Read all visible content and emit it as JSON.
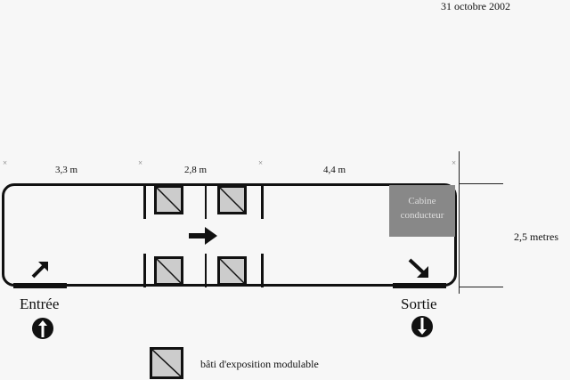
{
  "header": {
    "date": "31 octobre 2002"
  },
  "dimensions": {
    "segment_1": "3,3 m",
    "segment_2": "2,8 m",
    "segment_3": "4,4 m",
    "height": "2,5 metres"
  },
  "bus": {
    "cabin_label_line1": "Cabine",
    "cabin_label_line2": "conducteur",
    "entrance_label": "Entrée",
    "exit_label": "Sortie",
    "flow_direction": "arrow-right",
    "panel_count": 4
  },
  "legend": {
    "panel_label": "bâti d'exposition modulable"
  },
  "colors": {
    "panel_fill": "#cccccc",
    "cabin_fill": "#888888",
    "outline": "#111111",
    "background": "#f7f7f7"
  }
}
